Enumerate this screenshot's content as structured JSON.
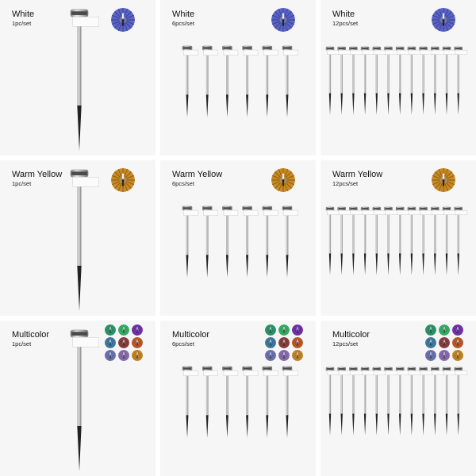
{
  "products": [
    {
      "title": "White",
      "subtitle": "1pc/set",
      "color": "white",
      "count": 1
    },
    {
      "title": "White",
      "subtitle": "6pcs/set",
      "color": "white",
      "count": 6
    },
    {
      "title": "White",
      "subtitle": "12pcs/set",
      "color": "white",
      "count": 12
    },
    {
      "title": "Warm Yellow",
      "subtitle": "1pc/set",
      "color": "warm-yellow",
      "count": 1
    },
    {
      "title": "Warm Yellow",
      "subtitle": "6pcs/set",
      "color": "warm-yellow",
      "count": 6
    },
    {
      "title": "Warm Yellow",
      "subtitle": "12pcs/set",
      "color": "warm-yellow",
      "count": 12
    },
    {
      "title": "Multicolor",
      "subtitle": "1pc/set",
      "color": "multicolor",
      "count": 1
    },
    {
      "title": "Multicolor",
      "subtitle": "6pcs/set",
      "color": "multicolor",
      "count": 6
    },
    {
      "title": "Multicolor",
      "subtitle": "12pcs/set",
      "color": "multicolor",
      "count": 12
    }
  ],
  "colors": {
    "white": "#5a63c8",
    "warm-yellow": "#c98a24",
    "multicolor": [
      "#2f9a6e",
      "#39b36a",
      "#7434b0",
      "#3f7fa8",
      "#8e3f3f",
      "#c25b2a",
      "#6e76b8",
      "#8e6fb6",
      "#c98a24"
    ]
  }
}
